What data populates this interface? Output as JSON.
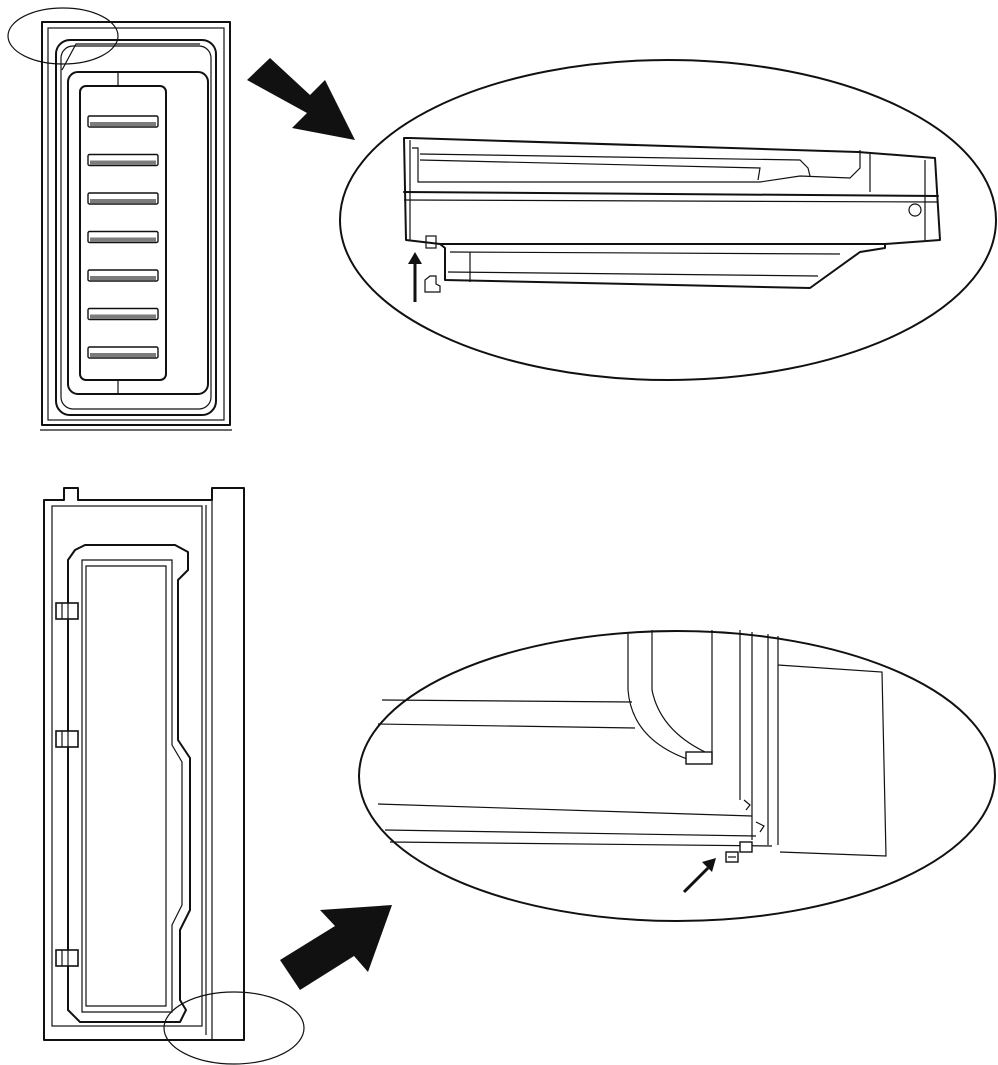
{
  "colors": {
    "ink": "#111111",
    "paper": "#ffffff"
  },
  "figures": [
    {
      "name": "door-front-view",
      "shelf_count": 7
    },
    {
      "name": "top-corner-detail-zoom"
    },
    {
      "name": "door-back-view",
      "hinge_count": 3
    },
    {
      "name": "bottom-corner-detail-zoom"
    }
  ],
  "icons": [
    "detail-circle",
    "pointer-arrow",
    "direction-arrow",
    "pin-part"
  ]
}
